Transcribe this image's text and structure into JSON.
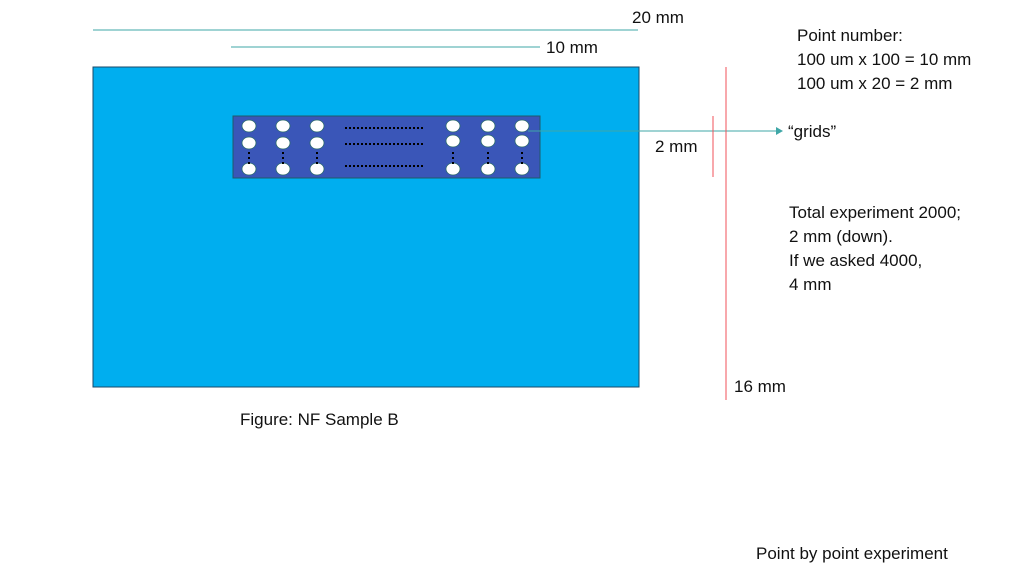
{
  "labels": {
    "width_20": "20 mm",
    "width_10": "10 mm",
    "height_2": "2 mm",
    "height_16": "16 mm",
    "grids": "“grids”",
    "caption": "Figure: NF Sample B",
    "footer": "Point by point experiment"
  },
  "notes": {
    "point_number": [
      "Point number:",
      "100 um x 100 = 10 mm",
      "100 um x 20 = 2 mm"
    ],
    "total": [
      "Total experiment 2000;",
      "2 mm (down).",
      "If we asked 4000,",
      "4 mm"
    ]
  },
  "colors": {
    "sample": "#00AEEF",
    "grid": "#3A56B8",
    "dim_line": "#3FA7A7",
    "red_line": "#F0505A"
  }
}
